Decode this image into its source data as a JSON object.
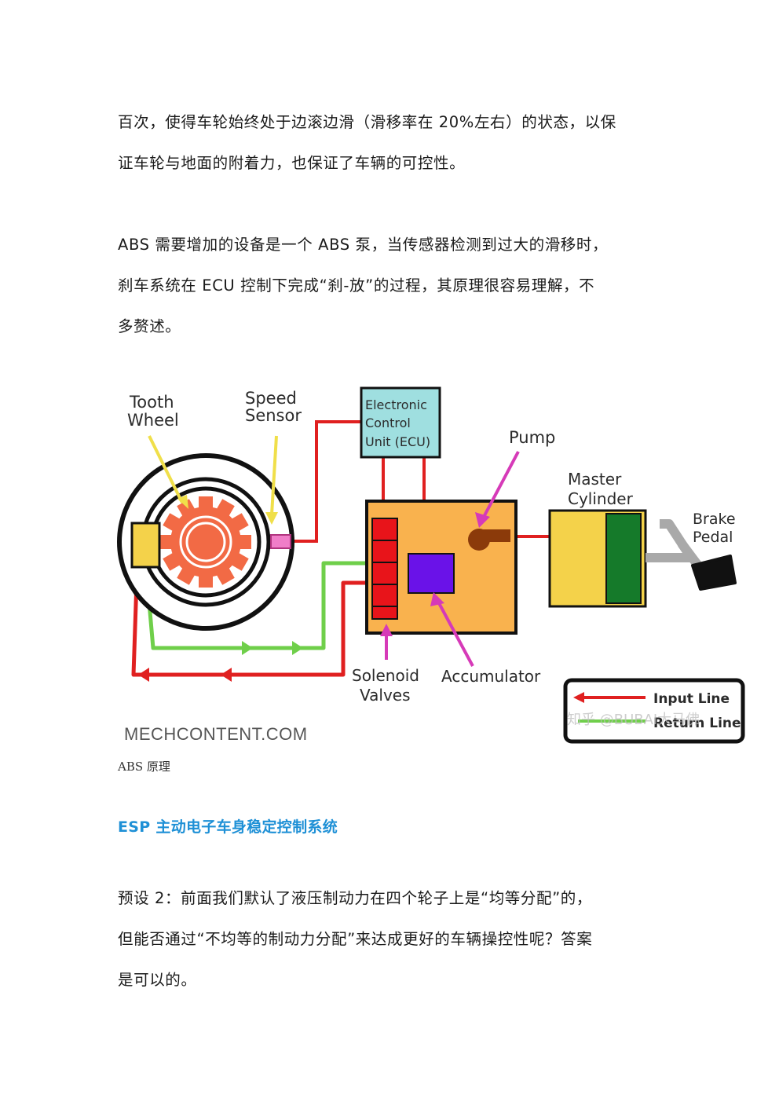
{
  "para1": {
    "line1": "百次，使得车轮始终处于边滚边滑（滑移率在 20%左右）的状态，以保",
    "line2": "证车轮与地面的附着力，也保证了车辆的可控性。"
  },
  "para2": {
    "line1": "ABS 需要增加的设备是一个 ABS 泵，当传感器检测到过大的滑移时，",
    "line2": "刹车系统在 ECU 控制下完成“刹-放”的过程，其原理很容易理解，不",
    "line3": "多赘述。"
  },
  "diagram": {
    "tooth_wheel_1": "Tooth",
    "tooth_wheel_2": "Wheel",
    "speed_sensor_1": "Speed",
    "speed_sensor_2": "Sensor",
    "ecu_1": "Electronic",
    "ecu_2": "Control",
    "ecu_3": "Unit (ECU)",
    "pump": "Pump",
    "master_cylinder_1": "Master",
    "master_cylinder_2": "Cylinder",
    "brake_pedal_1": "Brake",
    "brake_pedal_2": "Pedal",
    "solenoid_1": "Solenoid",
    "solenoid_2": "Valves",
    "accumulator": "Accumulator",
    "legend_input": "Input Line",
    "legend_return": "Return Line",
    "watermark": "知乎 @BUBAI大马佛",
    "source": "MECHCONTENT.COM",
    "colors": {
      "input_line": "#e02020",
      "return_line": "#6fcf4a",
      "ecu_fill": "#9fdfe0",
      "module_fill": "#f9b24e",
      "valve_fill": "#e8141a",
      "accumulator_fill": "#6a12e8",
      "pump_fill": "#8b3a0a",
      "cylinder_fill": "#f4d24a",
      "piston_fill": "#157a2a",
      "pointer": "#d63ab8",
      "label_pointer": "#f0df4a"
    }
  },
  "caption": "ABS 原理",
  "heading": "ESP 主动电子车身稳定控制系统",
  "para3": {
    "line1": "预设 2：前面我们默认了液压制动力在四个轮子上是“均等分配”的，",
    "line2": "但能否通过“不均等的制动力分配”来达成更好的车辆操控性呢？答案",
    "line3": "是可以的。"
  }
}
